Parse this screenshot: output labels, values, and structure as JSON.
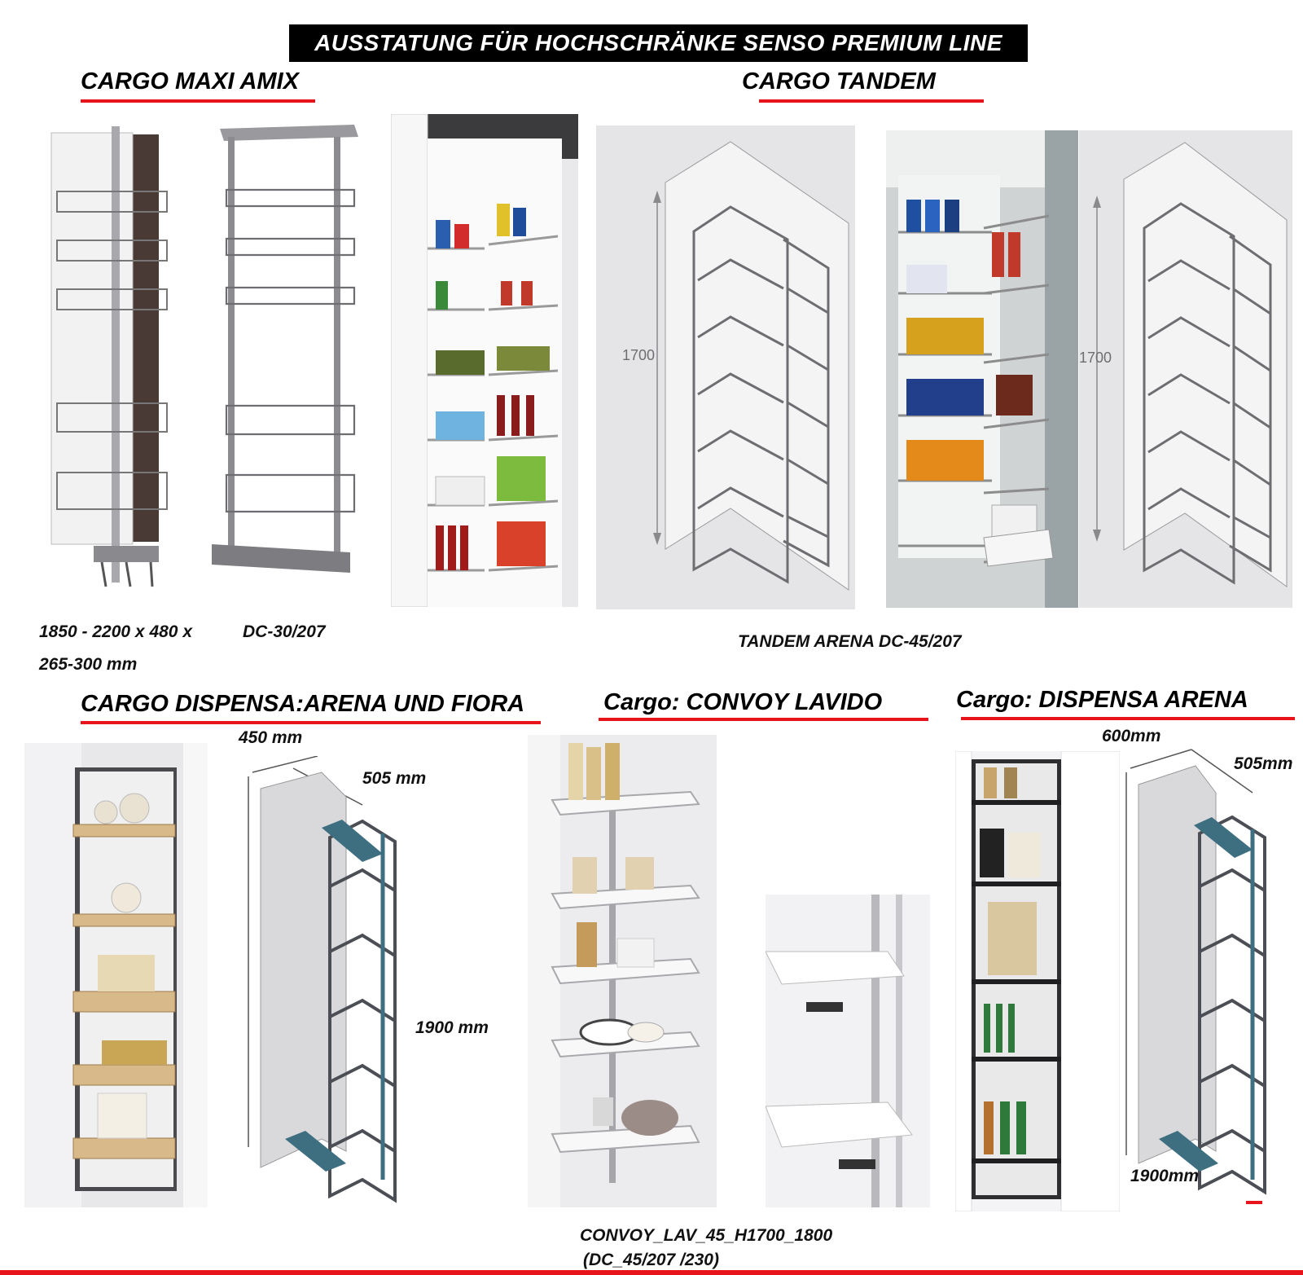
{
  "banner": {
    "title": "AUSSTATUNG FÜR HOCHSCHRÄNKE SENSO PREMIUM LINE"
  },
  "sections": {
    "cargo_maxi": {
      "heading": "CARGO MAXI AMIX",
      "caption_line1": "1850 - 2200 x 480 x",
      "caption_code": "DC-30/207",
      "caption_line2": "265-300 mm"
    },
    "cargo_tandem": {
      "heading": "CARGO TANDEM",
      "dim_label_left": "1700",
      "dim_label_right": "1700",
      "caption": "TANDEM ARENA DC-45/207"
    },
    "cargo_dispensa": {
      "heading": "CARGO DISPENSA:ARENA UND FIORA",
      "dim_width": "450 mm",
      "dim_depth": "505 mm",
      "dim_height": "1900 mm"
    },
    "convoy_lavido": {
      "heading": "Cargo: CONVOY LAVIDO",
      "caption_line1": "CONVOY_LAV_45_H1700_1800",
      "caption_line2": "(DC_45/207 /230)"
    },
    "dispensa_arena": {
      "heading": "Cargo: DISPENSA ARENA",
      "dim_width": "600mm",
      "dim_depth": "505mm",
      "dim_height": "1900mm"
    }
  },
  "colors": {
    "accent_red": "#e8141b",
    "banner_bg": "#000000",
    "diagram_gray": "#d9d9db",
    "frame_teal": "#3d6f80"
  }
}
